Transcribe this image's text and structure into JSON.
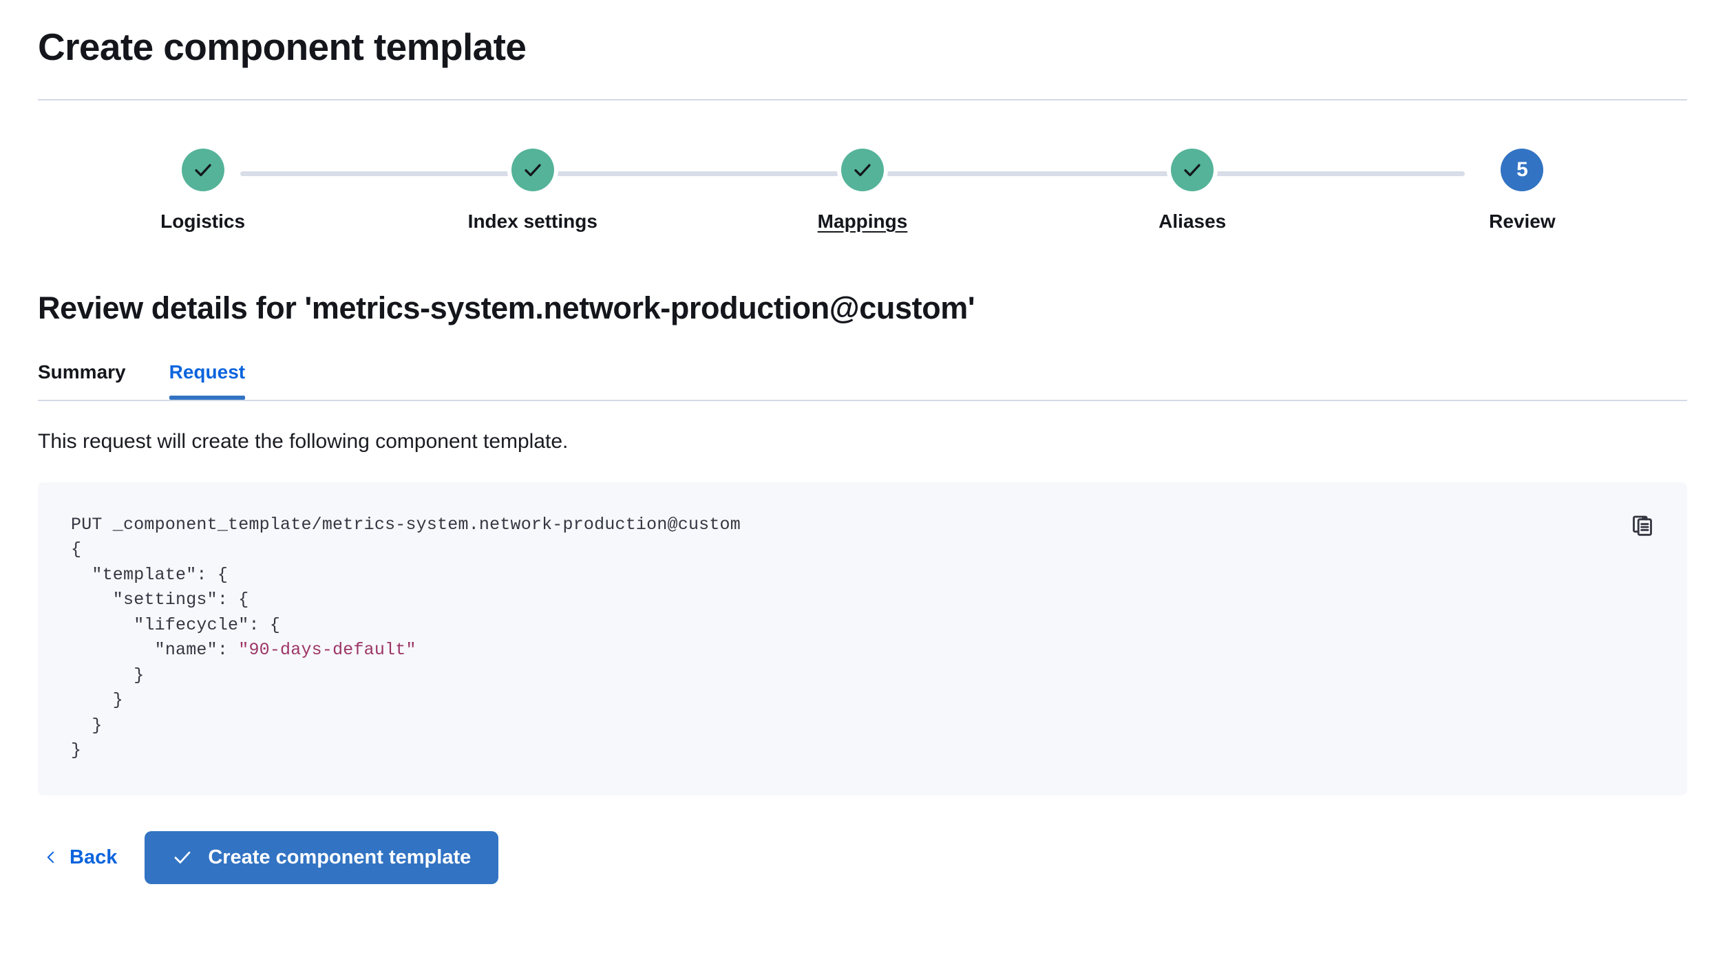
{
  "header": {
    "title": "Create component template"
  },
  "stepper": {
    "steps": [
      {
        "label": "Logistics",
        "state": "complete",
        "icon": "check-icon",
        "number": "1",
        "hovered": false
      },
      {
        "label": "Index settings",
        "state": "complete",
        "icon": "check-icon",
        "number": "2",
        "hovered": false
      },
      {
        "label": "Mappings",
        "state": "complete",
        "icon": "check-icon",
        "number": "3",
        "hovered": true
      },
      {
        "label": "Aliases",
        "state": "complete",
        "icon": "check-icon",
        "number": "4",
        "hovered": false
      },
      {
        "label": "Review",
        "state": "current",
        "icon": "",
        "number": "5",
        "hovered": false
      }
    ],
    "complete_color": "#54b399",
    "current_color": "#3273c3",
    "track_color": "#d8dde8"
  },
  "review": {
    "heading": "Review details for 'metrics-system.network-production@custom'",
    "tabs": [
      {
        "label": "Summary",
        "active": false
      },
      {
        "label": "Request",
        "active": true
      }
    ],
    "active_tab_color": "#0b64dd",
    "description": "This request will create the following component template."
  },
  "code": {
    "method_line": "PUT _component_template/metrics-system.network-production@custom",
    "lines": [
      "PUT _component_template/metrics-system.network-production@custom",
      "{",
      "  \"template\": {",
      "    \"settings\": {",
      "      \"lifecycle\": {",
      "        \"name\": \"90-days-default\"",
      "      }",
      "    }",
      "  }",
      "}"
    ],
    "string_value": "\"90-days-default\"",
    "string_color": "#9c3566",
    "background": "#f7f8fc",
    "copy_icon": "clipboard-copy-icon"
  },
  "actions": {
    "back_label": "Back",
    "back_icon": "chevron-left-icon",
    "create_label": "Create component template",
    "create_icon": "check-icon",
    "create_color": "#3273c3"
  }
}
